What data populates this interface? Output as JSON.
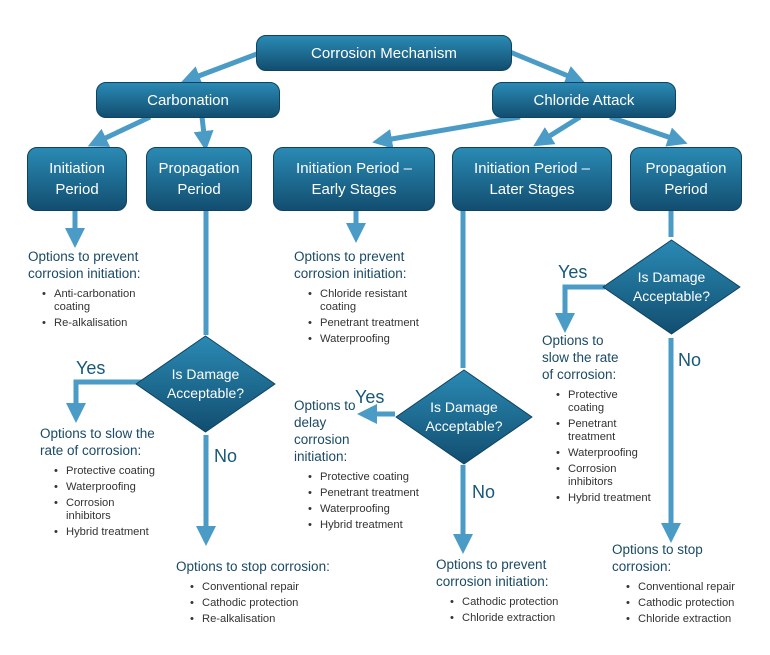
{
  "nodes": {
    "root": "Corrosion Mechanism",
    "carbonation": "Carbonation",
    "chloride": "Chloride Attack",
    "carb_init": "Initiation Period",
    "carb_prop": "Propagation Period",
    "chl_init_early": "Initiation Period – Early Stages",
    "chl_init_later": "Initiation Period – Later Stages",
    "chl_prop": "Propagation Period"
  },
  "decisions": {
    "d1": "Is Damage Acceptable?",
    "d2": "Is Damage Acceptable?",
    "d3": "Is Damage Acceptable?"
  },
  "edge_labels": {
    "yes": "Yes",
    "no": "No"
  },
  "options": {
    "carb_prevent": {
      "title": "Options to prevent corrosion initiation:",
      "items": [
        "Anti-carbonation coating",
        "Re-alkalisation"
      ]
    },
    "carb_slow": {
      "title": "Options to slow the rate of corrosion:",
      "items": [
        "Protective coating",
        "Waterproofing",
        "Corrosion inhibitors",
        "Hybrid treatment"
      ]
    },
    "carb_stop": {
      "title": "Options to stop corrosion:",
      "items": [
        "Conventional repair",
        "Cathodic protection",
        "Re-alkalisation"
      ]
    },
    "early_prevent": {
      "title": "Options to prevent corrosion initiation:",
      "items": [
        "Chloride resistant coating",
        "Penetrant treatment",
        "Waterproofing"
      ]
    },
    "later_delay": {
      "title": "Options to delay corrosion initiation:",
      "items": [
        "Protective coating",
        "Penetrant treatment",
        "Waterproofing",
        "Hybrid treatment"
      ]
    },
    "later_prevent": {
      "title": "Options to prevent corrosion initiation:",
      "items": [
        "Cathodic protection",
        "Chloride extraction"
      ]
    },
    "chl_slow": {
      "title": "Options to slow the rate of corrosion:",
      "items": [
        "Protective coating",
        "Penetrant treatment",
        "Waterproofing",
        "Corrosion inhibitors",
        "Hybrid treatment"
      ]
    },
    "chl_stop": {
      "title": "Options to stop corrosion:",
      "items": [
        "Conventional repair",
        "Cathodic protection",
        "Chloride extraction"
      ]
    }
  },
  "colors": {
    "node_top": "#2a8ab4",
    "node_bottom": "#124e70",
    "arrow": "#4a9bc6",
    "label": "#16587c"
  }
}
